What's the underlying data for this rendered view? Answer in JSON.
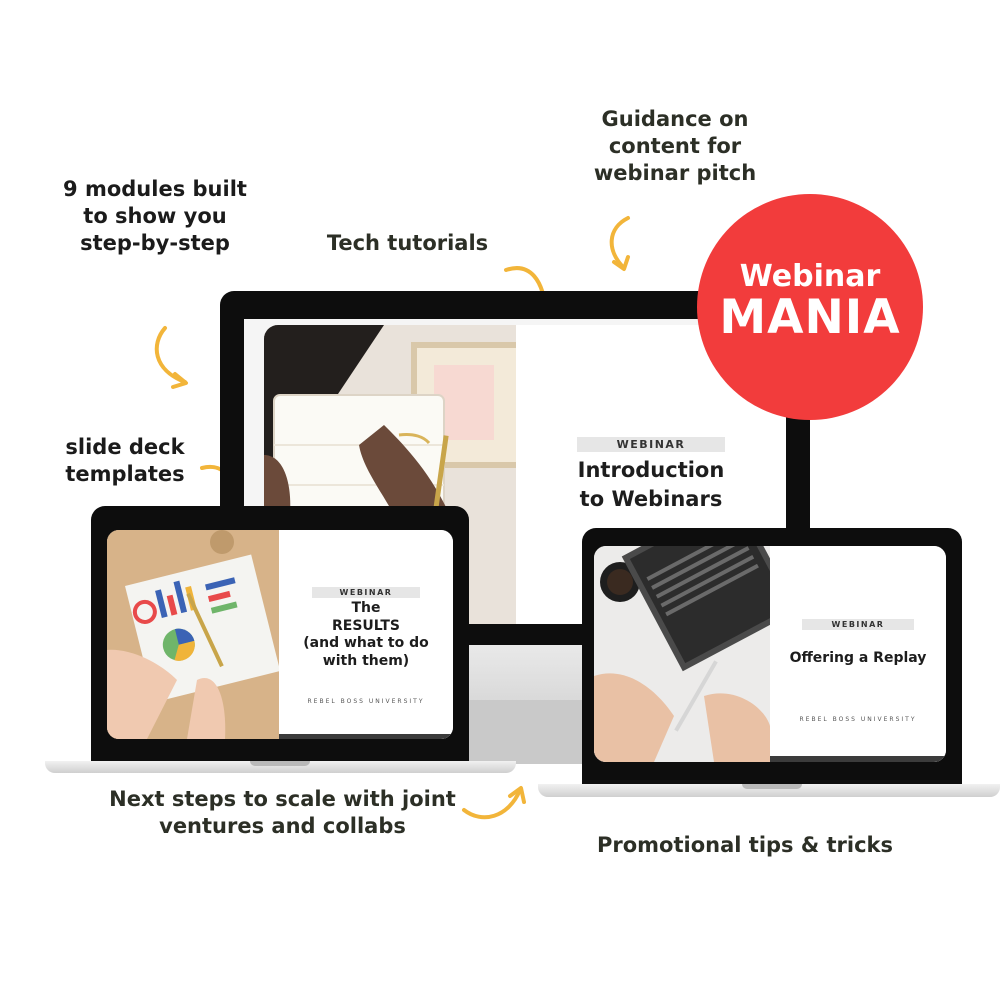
{
  "callouts": {
    "modules": "9 modules built to show you step-by-step",
    "tech": "Tech tutorials",
    "guidance": "Guidance on content for webinar pitch",
    "slide_deck": "slide deck templates",
    "next_steps": "Next steps to scale with joint ventures and collabs",
    "promo": "Promotional tips & tricks"
  },
  "badge": {
    "line1": "Webinar",
    "line2": "MANIA"
  },
  "monitor_slide": {
    "kicker": "WEBINAR",
    "title_line1": "Introduction",
    "title_line2": "to Webinars"
  },
  "laptop_left_slide": {
    "kicker": "WEBINAR",
    "title_line1": "The",
    "title_line2": "RESULTS",
    "title_line3": "(and what to do",
    "title_line4": "with them)",
    "footer": "REBEL BOSS UNIVERSITY"
  },
  "laptop_right_slide": {
    "kicker": "WEBINAR",
    "title": "Offering a Replay",
    "footer": "REBEL BOSS UNIVERSITY"
  },
  "colors": {
    "badge": "#f23c3c",
    "arrow": "#f2b53a",
    "text": "#2c2f26"
  }
}
